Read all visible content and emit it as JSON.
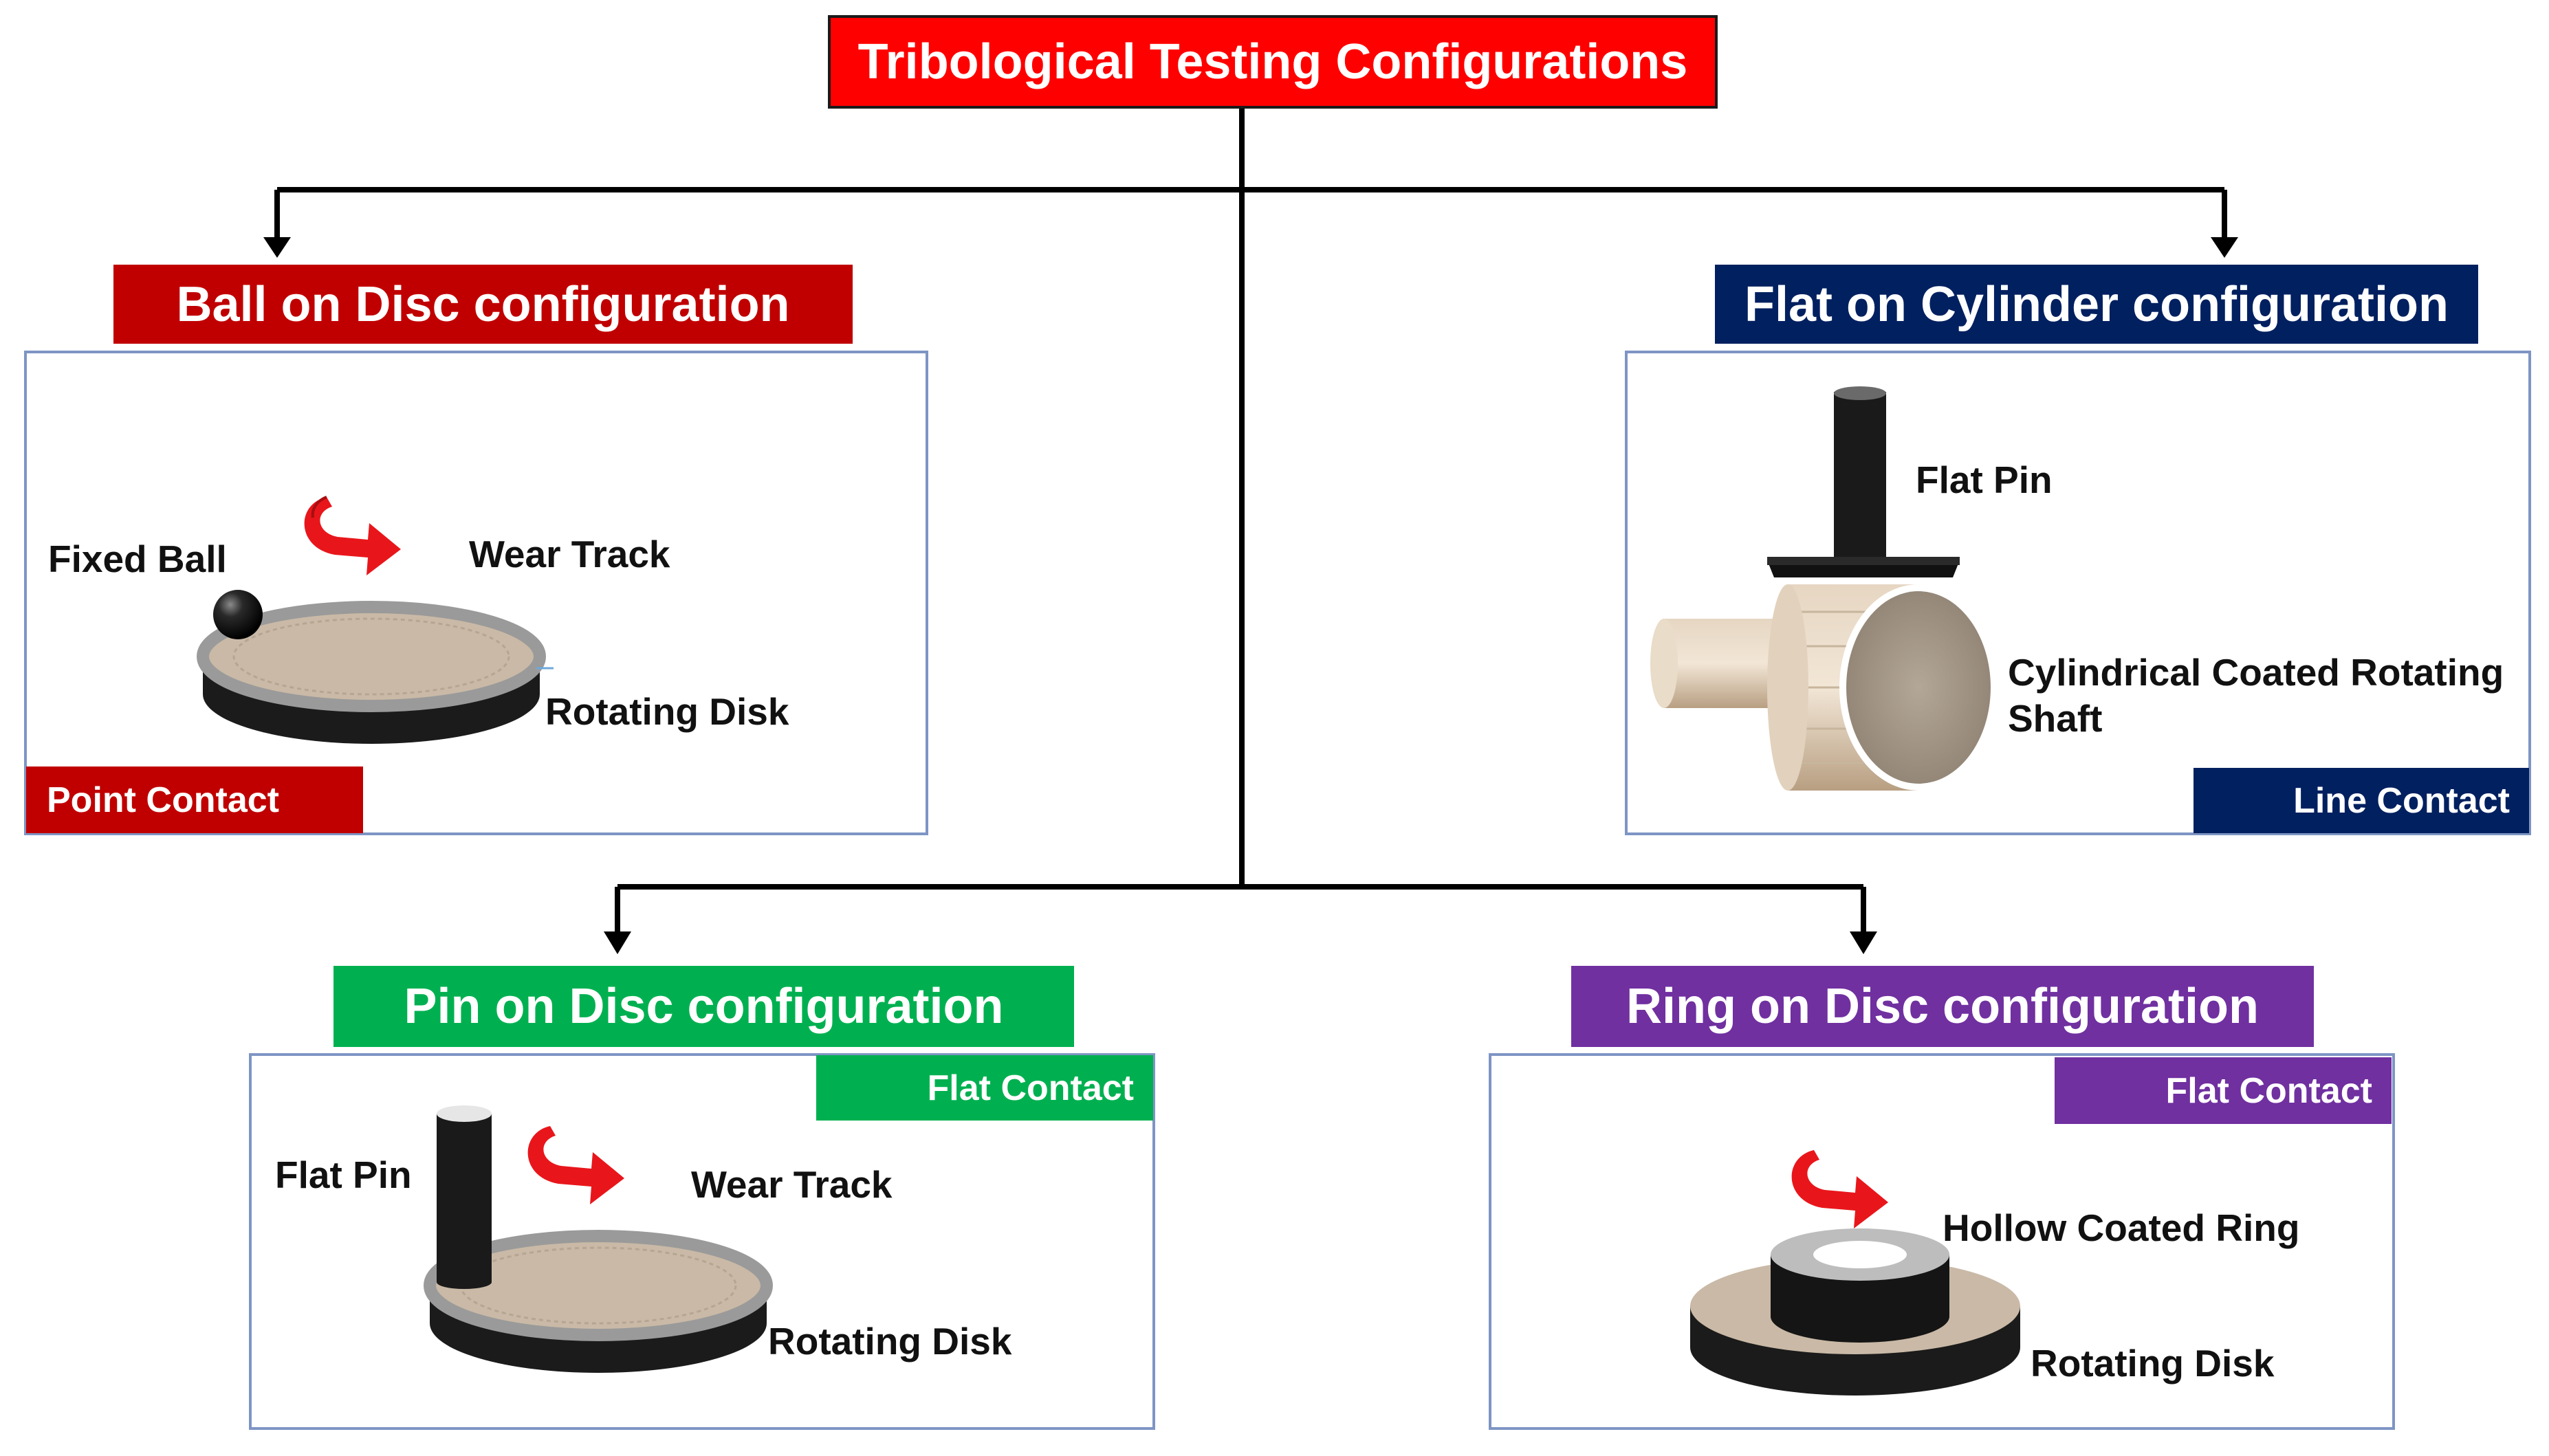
{
  "title": "Tribological Testing Configurations",
  "colors": {
    "title_red": "#ff0000",
    "ball_red": "#c00000",
    "flat_navy": "#002060",
    "pin_green": "#00b050",
    "ring_purple": "#7030a0",
    "panel_border": "#7e95c4",
    "rotation_arrow": "#e8161b",
    "disk_top": "#c9b9a6",
    "disk_body": "#1b1b1b"
  },
  "ball_on_disc": {
    "header": "Ball on Disc configuration",
    "contact": "Point Contact",
    "label_ball": "Fixed Ball",
    "label_track": "Wear Track",
    "label_disk": "Rotating Disk",
    "icons": [
      "rotation-arrow-icon",
      "ball-icon",
      "rotating-disk-icon"
    ]
  },
  "flat_on_cylinder": {
    "header": "Flat on Cylinder configuration",
    "contact": "Line Contact",
    "label_pin": "Flat Pin",
    "label_shaft_line1": "Cylindrical Coated Rotating",
    "label_shaft_line2": "Shaft",
    "icons": [
      "flat-pin-icon",
      "cylindrical-shaft-icon"
    ]
  },
  "pin_on_disc": {
    "header": "Pin on Disc configuration",
    "contact": "Flat Contact",
    "label_pin": "Flat Pin",
    "label_track": "Wear Track",
    "label_disk": "Rotating Disk",
    "icons": [
      "pin-icon",
      "rotation-arrow-icon",
      "rotating-disk-icon"
    ]
  },
  "ring_on_disc": {
    "header": "Ring on Disc configuration",
    "contact": "Flat Contact",
    "label_ring": "Hollow Coated Ring",
    "label_disk": "Rotating Disk",
    "icons": [
      "rotation-arrow-icon",
      "hollow-ring-icon",
      "rotating-disk-icon"
    ]
  }
}
